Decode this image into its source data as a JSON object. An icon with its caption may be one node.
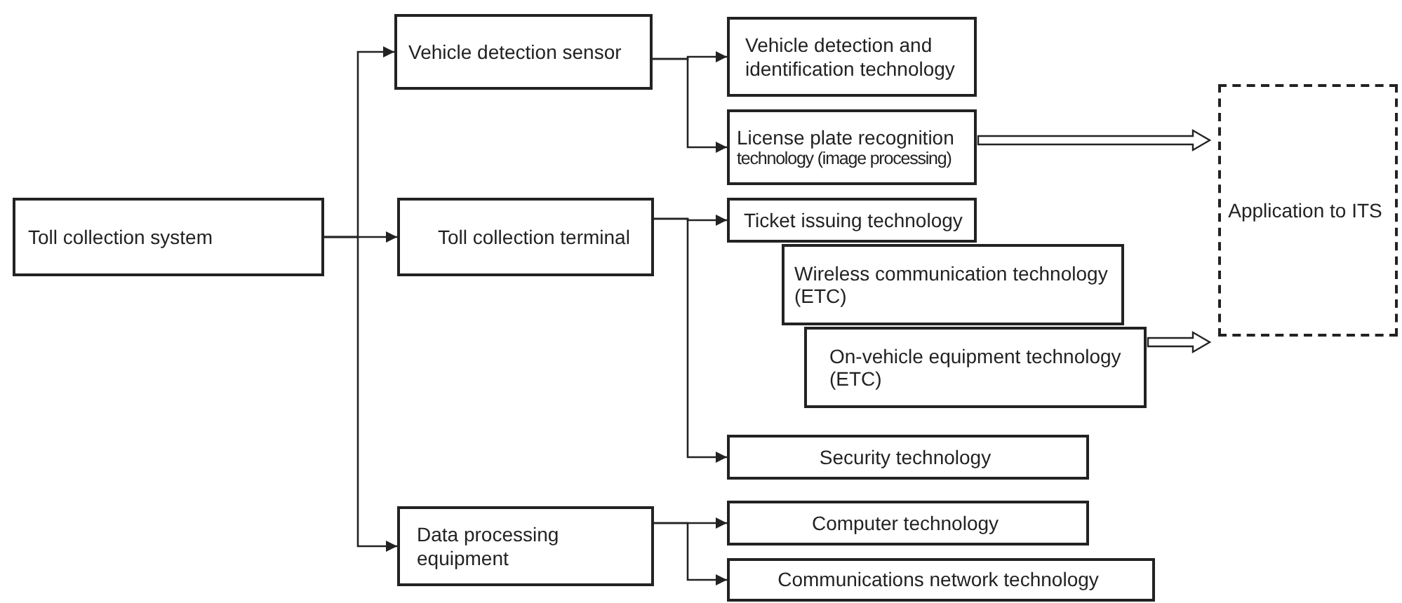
{
  "diagram": {
    "nodes": [
      {
        "text": [
          "Toll collection system"
        ]
      },
      {
        "text": [
          "Vehicle detection sensor"
        ]
      },
      {
        "text": [
          "Toll collection terminal"
        ]
      },
      {
        "text": [
          "Data processing equipment"
        ]
      },
      {
        "text": [
          "Vehicle detection and identification technology"
        ]
      },
      {
        "text": [
          "License plate recognition",
          "technology (image processing)"
        ]
      },
      {
        "text": [
          "Ticket issuing technology"
        ]
      },
      {
        "text": [
          "Wireless communication technology (ETC)"
        ]
      },
      {
        "text": [
          "On-vehicle equipment technology (ETC)"
        ]
      },
      {
        "text": [
          "Security technology"
        ]
      },
      {
        "text": [
          "Computer technology"
        ]
      },
      {
        "text": [
          "Communications network technology"
        ]
      },
      {
        "text": [
          "Application to ITS"
        ]
      }
    ],
    "edges": [
      {
        "from": 0,
        "to": 1,
        "arrow": "to"
      },
      {
        "from": 0,
        "to": 2,
        "arrow": "to"
      },
      {
        "from": 0,
        "to": 3,
        "arrow": "to"
      },
      {
        "from": 1,
        "to": 4,
        "arrow": "to"
      },
      {
        "from": 1,
        "to": 5,
        "arrow": "to"
      },
      {
        "from": 2,
        "to": 6,
        "arrow": "to"
      },
      {
        "from": 2,
        "to": 9,
        "arrow": "to"
      },
      {
        "from": 3,
        "to": 10,
        "arrow": "to"
      },
      {
        "from": 3,
        "to": 11,
        "arrow": "to"
      },
      {
        "from": 5,
        "to": 12,
        "arrow": "to",
        "style": "thick"
      },
      {
        "from": 8,
        "to": 12,
        "arrow": "to",
        "style": "thick"
      }
    ]
  }
}
